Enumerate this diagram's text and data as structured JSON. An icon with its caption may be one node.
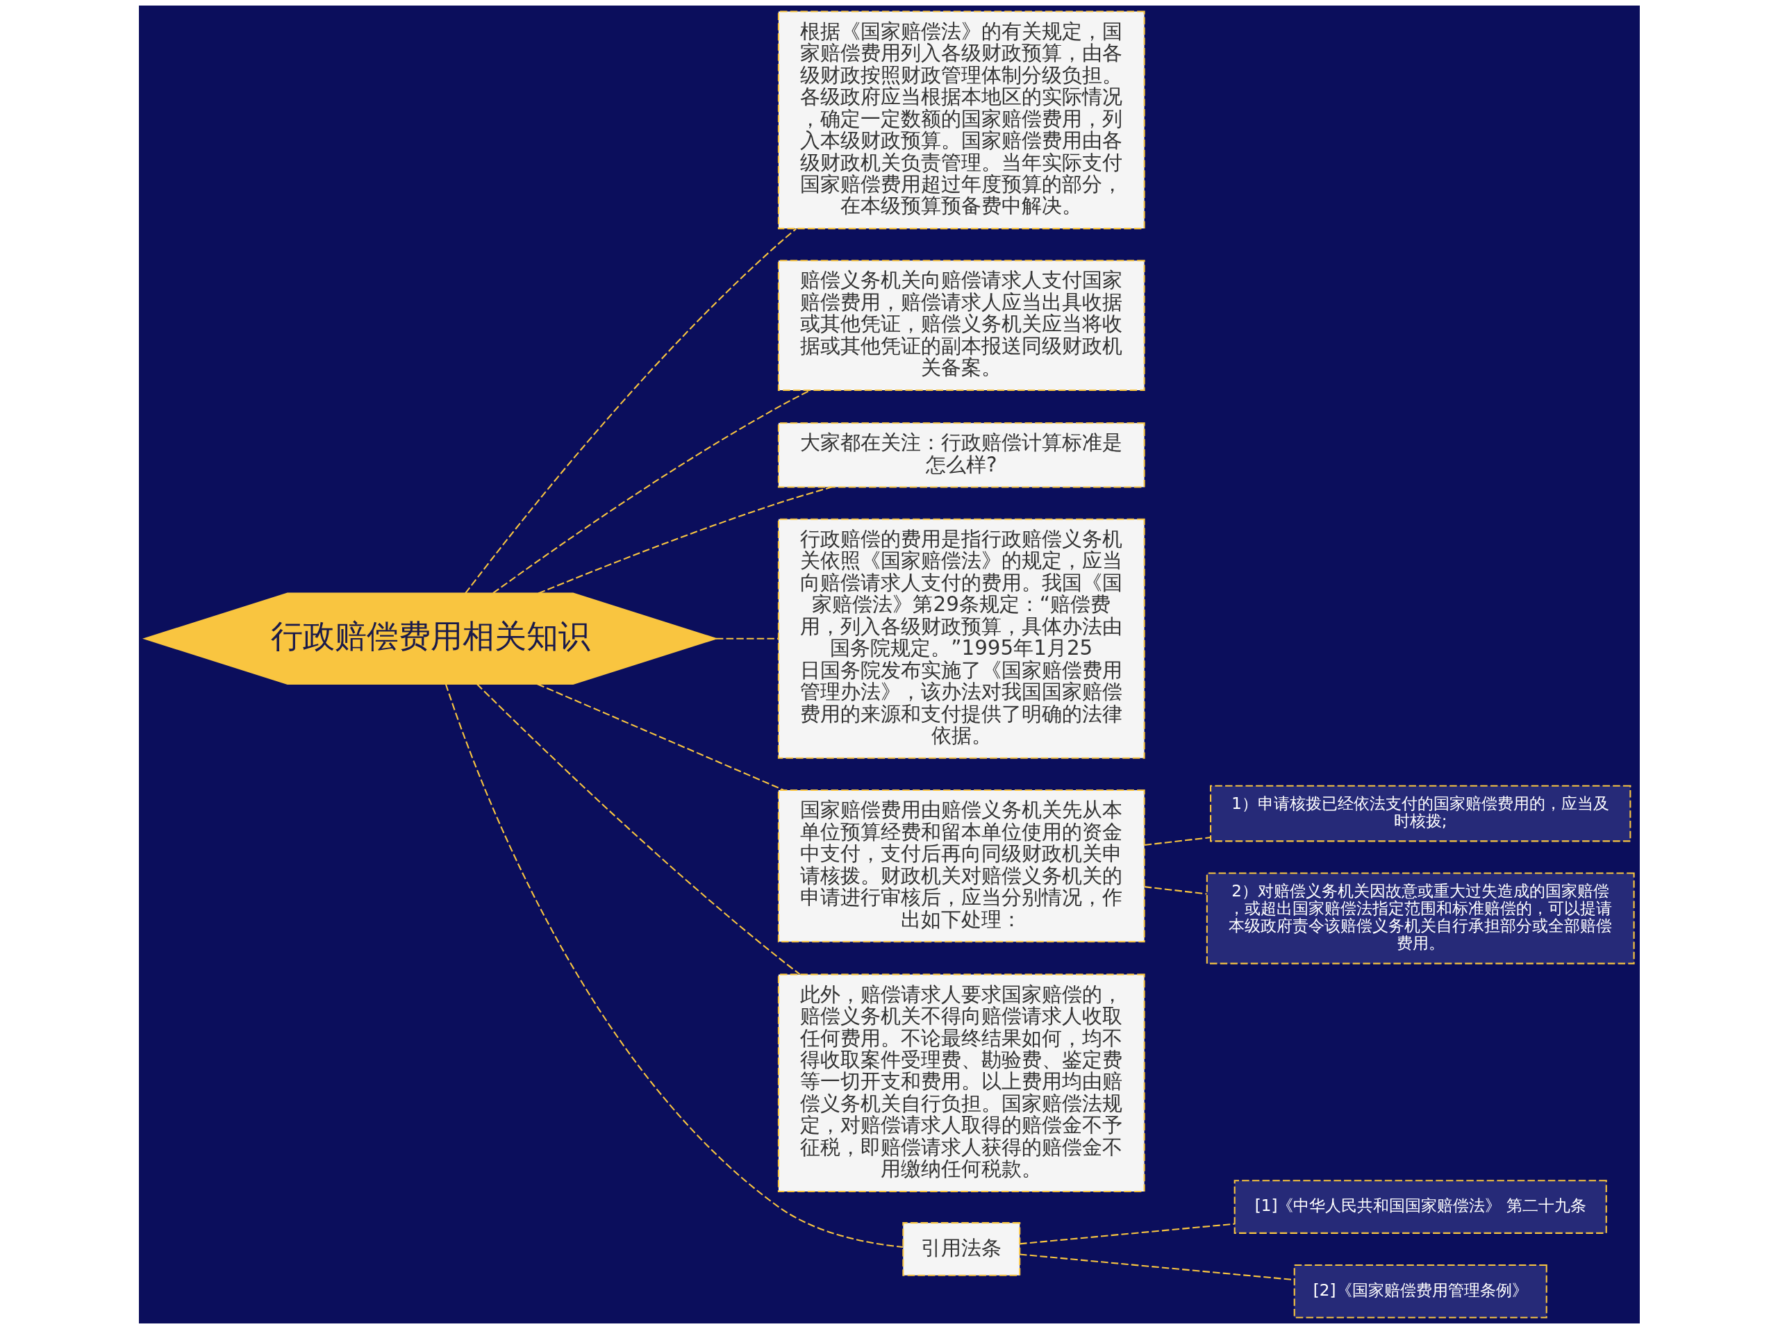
{
  "diagram": {
    "nodes": [
      {
        "text": [
          "行政赔偿费用相关知识"
        ]
      },
      {
        "text": [
          "根据《国家赔偿法》的有关规定，国家赔偿费用列入各级财政预算，由各级财政按照财政管理体制分级负担。各级政府应当根据本地区的实际情况，确定一定数额的国家赔偿费用，列入本级财政预算。国家赔偿费用由各级财政机关负责管理。当年实际支付国家赔偿费用超过年度预算的部分，在本级预算预备费中解决。"
        ]
      },
      {
        "text": [
          "赔偿义务机关向赔偿请求人支付国家赔偿费用，赔偿请求人应当出具收据或其他凭证，赔偿义务机关应当将收据或其他凭证的副本报送同级财政机关备案。"
        ]
      },
      {
        "text": [
          "大家都在关注：行政赔偿计算标准是怎么样?"
        ]
      },
      {
        "text": [
          "行政赔偿的费用是指行政赔偿义务机关依照《国家赔偿法》的规定，应当向赔偿请求人支付的费用。我国《国家赔偿法》第29条规定：“赔偿费用，列入各级财政预算，具体办法由国务院规定。”1995年1月25日国务院发布实施了《国家赔偿费用管理办法》，该办法对我国国家赔偿费用的来源和支付提供了明确的法律依据。"
        ]
      },
      {
        "text": [
          "国家赔偿费用由赔偿义务机关先从本单位预算经费和留本单位使用的资金中支付，支付后再向同级财政机关申请核拨。财政机关对赔偿义务机关的申请进行审核后，应当分别情况，作出如下处理："
        ]
      },
      {
        "text": [
          "1）申请核拨已经依法支付的国家赔偿费用的，应当及时核拨;"
        ]
      },
      {
        "text": [
          "2）对赔偿义务机关因故意或重大过失造成的国家赔偿，或超出国家赔偿法指定范围和标准赔偿的，可以提请本级政府责令该赔偿义务机关自行承担部分或全部赔偿费用。"
        ]
      },
      {
        "text": [
          "此外，赔偿请求人要求国家赔偿的，赔偿义务机关不得向赔偿请求人收取任何费用。不论最终结果如何，均不得收取案件受理费、勘验费、鉴定费等一切开支和费用。以上费用均由赔偿义务机关自行负担。国家赔偿法规定，对赔偿请求人取得的赔偿金不予征税，即赔偿请求人获得的赔偿金不用缴纳任何税款。"
        ]
      },
      {
        "text": [
          "引用法条"
        ]
      },
      {
        "text": [
          "[1]《中华人民共和国国家赔偿法》 第二十九条"
        ]
      },
      {
        "text": [
          "[2]《国家赔偿费用管理条例》"
        ]
      }
    ],
    "edges": [
      {
        "from": 0,
        "to": 1,
        "arrow": "none",
        "style": "dashed"
      },
      {
        "from": 0,
        "to": 2,
        "arrow": "none",
        "style": "dashed"
      },
      {
        "from": 0,
        "to": 3,
        "arrow": "none",
        "style": "dashed"
      },
      {
        "from": 0,
        "to": 4,
        "arrow": "none",
        "style": "dashed"
      },
      {
        "from": 0,
        "to": 5,
        "arrow": "none",
        "style": "dashed"
      },
      {
        "from": 5,
        "to": 6,
        "arrow": "none",
        "style": "dashed"
      },
      {
        "from": 5,
        "to": 7,
        "arrow": "none",
        "style": "dashed"
      },
      {
        "from": 0,
        "to": 8,
        "arrow": "none",
        "style": "dashed"
      },
      {
        "from": 0,
        "to": 9,
        "arrow": "none",
        "style": "dashed"
      },
      {
        "from": 9,
        "to": 10,
        "arrow": "none",
        "style": "dashed"
      },
      {
        "from": 9,
        "to": 11,
        "arrow": "none",
        "style": "dashed"
      }
    ]
  }
}
